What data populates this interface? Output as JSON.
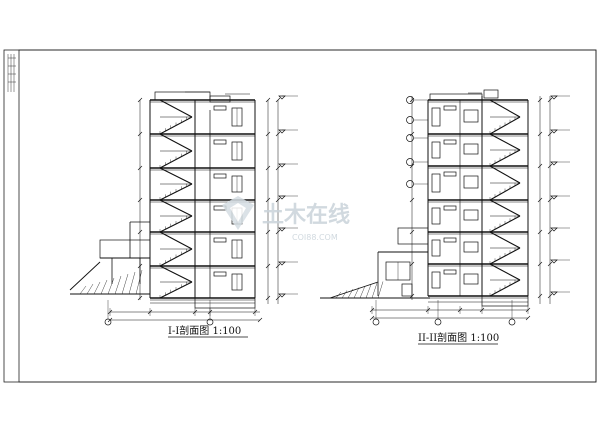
{
  "drawing": {
    "section_1_title": "I-I剖面图 1:100",
    "section_2_title": "II-II剖面图 1:100"
  },
  "watermark": {
    "text": "土木在线",
    "sub": "COI88.COM"
  }
}
